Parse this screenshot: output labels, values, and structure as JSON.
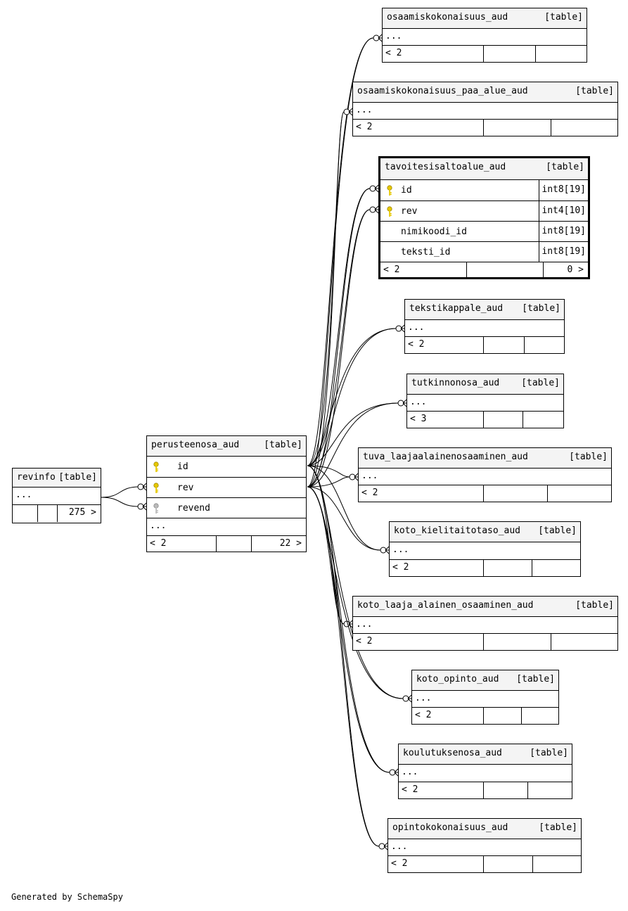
{
  "footer_text": "Generated by SchemaSpy",
  "colors": {
    "line": "#000000",
    "header_bg": "#f4f4f4",
    "key_primary": "#e6c800",
    "key_secondary": "#aaaaaa"
  },
  "tables": {
    "revinfo": {
      "name": "revinfo",
      "type": "[table]",
      "ellipsis": "...",
      "footer_right": "275 >"
    },
    "perusteenosa_aud": {
      "name": "perusteenosa_aud",
      "type": "[table]",
      "columns": [
        {
          "name": "id",
          "key": "primary"
        },
        {
          "name": "rev",
          "key": "primary"
        },
        {
          "name": "revend",
          "key": "secondary"
        }
      ],
      "ellipsis": "...",
      "footer_left": "< 2",
      "footer_right": "22 >"
    },
    "tavoitesisaltoalue_aud": {
      "name": "tavoitesisaltoalue_aud",
      "type": "[table]",
      "columns": [
        {
          "name": "id",
          "datatype": "int8[19]",
          "key": "primary"
        },
        {
          "name": "rev",
          "datatype": "int4[10]",
          "key": "primary"
        },
        {
          "name": "nimikoodi_id",
          "datatype": "int8[19]",
          "key": ""
        },
        {
          "name": "teksti_id",
          "datatype": "int8[19]",
          "key": ""
        }
      ],
      "footer_left": "< 2",
      "footer_right": "0 >"
    },
    "osaamiskokonaisuus_aud": {
      "name": "osaamiskokonaisuus_aud",
      "type": "[table]",
      "ellipsis": "...",
      "footer_left": "< 2"
    },
    "osaamiskokonaisuus_paa_alue_aud": {
      "name": "osaamiskokonaisuus_paa_alue_aud",
      "type": "[table]",
      "ellipsis": "...",
      "footer_left": "< 2"
    },
    "tekstikappale_aud": {
      "name": "tekstikappale_aud",
      "type": "[table]",
      "ellipsis": "...",
      "footer_left": "< 2"
    },
    "tutkinnonosa_aud": {
      "name": "tutkinnonosa_aud",
      "type": "[table]",
      "ellipsis": "...",
      "footer_left": "< 3"
    },
    "tuva_laajaalainenosaaminen_aud": {
      "name": "tuva_laajaalainenosaaminen_aud",
      "type": "[table]",
      "ellipsis": "...",
      "footer_left": "< 2"
    },
    "koto_kielitaitotaso_aud": {
      "name": "koto_kielitaitotaso_aud",
      "type": "[table]",
      "ellipsis": "...",
      "footer_left": "< 2"
    },
    "koto_laaja_alainen_osaaminen_aud": {
      "name": "koto_laaja_alainen_osaaminen_aud",
      "type": "[table]",
      "ellipsis": "...",
      "footer_left": "< 2"
    },
    "koto_opinto_aud": {
      "name": "koto_opinto_aud",
      "type": "[table]",
      "ellipsis": "...",
      "footer_left": "< 2"
    },
    "koulutuksenosa_aud": {
      "name": "koulutuksenosa_aud",
      "type": "[table]",
      "ellipsis": "...",
      "footer_left": "< 2"
    },
    "opintokokonaisuus_aud": {
      "name": "opintokokonaisuus_aud",
      "type": "[table]",
      "ellipsis": "...",
      "footer_left": "< 2"
    }
  }
}
